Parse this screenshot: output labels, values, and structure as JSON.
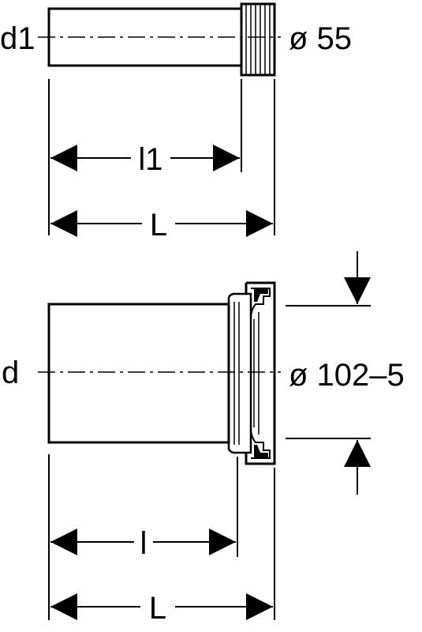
{
  "top_part": {
    "diameter_label": "d1",
    "diameter_value": "ø 55",
    "inner_length_label": "l1",
    "overall_length_label": "L"
  },
  "bottom_part": {
    "diameter_label": "d",
    "diameter_value": "ø 102–5",
    "inner_length_label": "l",
    "overall_length_label": "L"
  },
  "colors": {
    "line": "#000000",
    "background": "#ffffff"
  }
}
